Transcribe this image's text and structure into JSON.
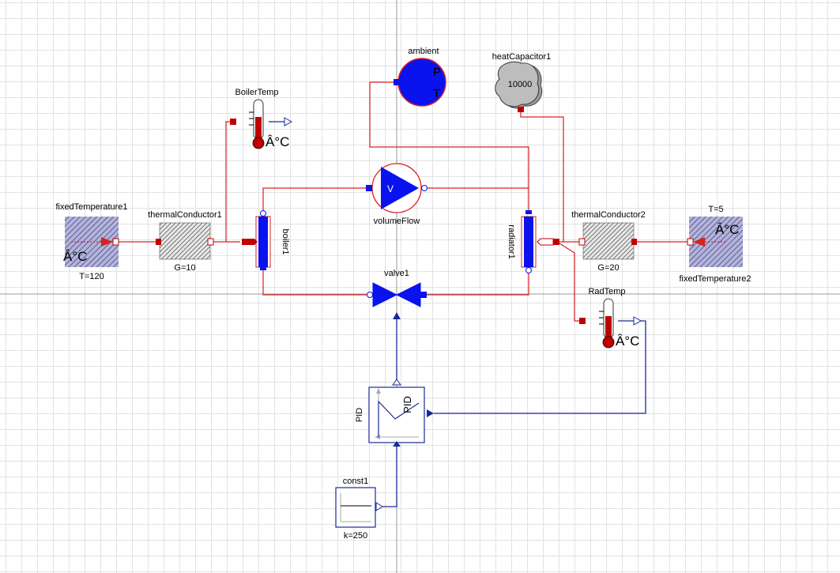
{
  "components": {
    "fixedTemperature1": {
      "name": "fixedTemperature1",
      "param": "T=120",
      "unit": "Â°C"
    },
    "thermalConductor1": {
      "name": "thermalConductor1",
      "param": "G=10"
    },
    "boilerTemp": {
      "name": "BoilerTemp",
      "unit": "Â°C"
    },
    "boiler1": {
      "name": "boiler1"
    },
    "ambient": {
      "name": "ambient",
      "p": "P",
      "t": "T"
    },
    "volumeFlow": {
      "name": "volumeFlow",
      "symbol": "V"
    },
    "valve1": {
      "name": "valve1"
    },
    "heatCapacitor1": {
      "name": "heatCapacitor1",
      "value": "10000"
    },
    "radiator1": {
      "name": "radiator1"
    },
    "thermalConductor2": {
      "name": "thermalConductor2",
      "param": "G=20"
    },
    "fixedTemperature2": {
      "name": "fixedTemperature2",
      "param": "T=5",
      "unit": "Â°C"
    },
    "radTemp": {
      "name": "RadTemp",
      "unit": "Â°C"
    },
    "pid": {
      "name": "PID",
      "inner": "PID"
    },
    "const1": {
      "name": "const1",
      "param": "k=250"
    }
  },
  "colors": {
    "heat_wire": "#d92020",
    "heat_port": "#c00000",
    "signal_wire": "#1a2a9a",
    "fluid_blue": "#0a12ee",
    "hatch": "#5a5aa0"
  }
}
